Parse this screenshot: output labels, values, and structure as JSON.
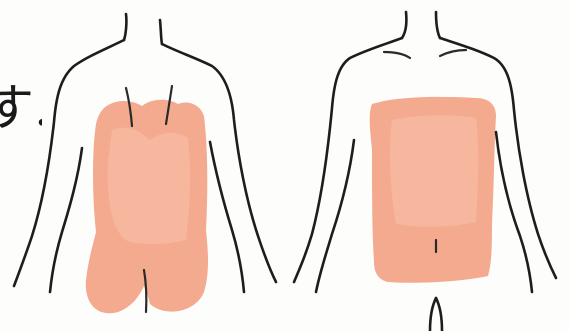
{
  "caption": {
    "visible_text": "す."
  },
  "colors": {
    "shade": "#f2a183",
    "ink": "#1d1d1d",
    "background": "#fdfdfb"
  },
  "figures": [
    {
      "name": "back-view"
    },
    {
      "name": "front-view"
    }
  ]
}
